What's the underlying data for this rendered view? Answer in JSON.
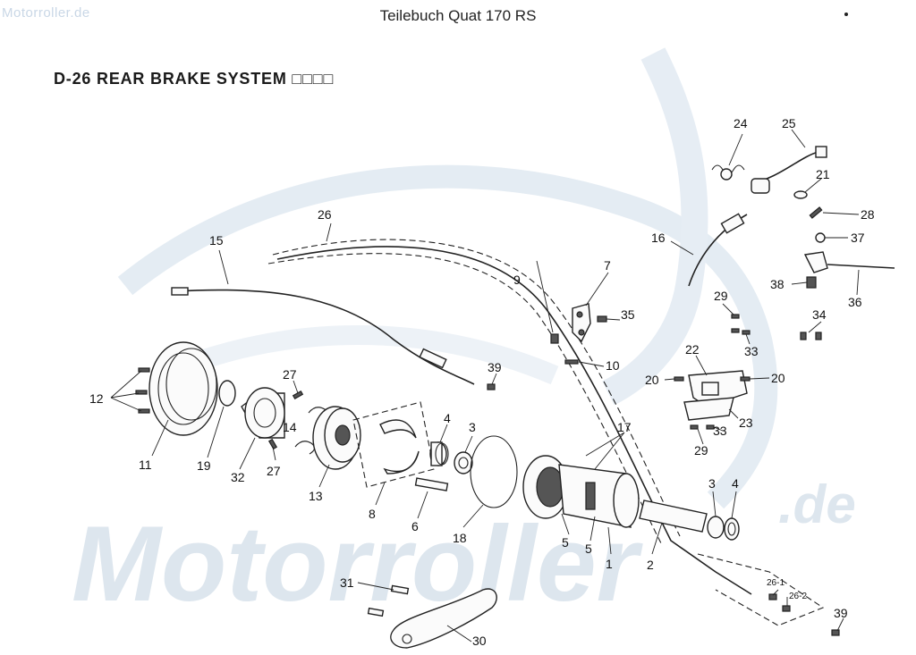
{
  "watermark": {
    "top_text": "Motorroller.de",
    "big_text": "Motorroller",
    "big_suffix": ".de"
  },
  "header": {
    "title": "Teilebuch Quat 170 RS"
  },
  "section": {
    "title": "D-26  REAR  BRAKE  SYSTEM □□□□"
  },
  "part_numbers": {
    "p1": "1",
    "p2": "2",
    "p3a": "3",
    "p3b": "3",
    "p4a": "4",
    "p4b": "4",
    "p5a": "5",
    "p5b": "5",
    "p6": "6",
    "p7": "7",
    "p8": "8",
    "p9": "9",
    "p10": "10",
    "p11": "11",
    "p12": "12",
    "p13": "13",
    "p14": "14",
    "p15": "15",
    "p16": "16",
    "p17": "17",
    "p18": "18",
    "p19": "19",
    "p20a": "20",
    "p20b": "20",
    "p21": "21",
    "p22": "22",
    "p23": "23",
    "p24": "24",
    "p25": "25",
    "p26": "26",
    "p26_1": "26-1",
    "p26_2": "26-2",
    "p27a": "27",
    "p27b": "27",
    "p28": "28",
    "p29a": "29",
    "p29b": "29",
    "p30": "30",
    "p31": "31",
    "p32": "32",
    "p33a": "33",
    "p33b": "33",
    "p34": "34",
    "p35": "35",
    "p36": "36",
    "p37": "37",
    "p38": "38",
    "p39a": "39",
    "p39b": "39"
  }
}
